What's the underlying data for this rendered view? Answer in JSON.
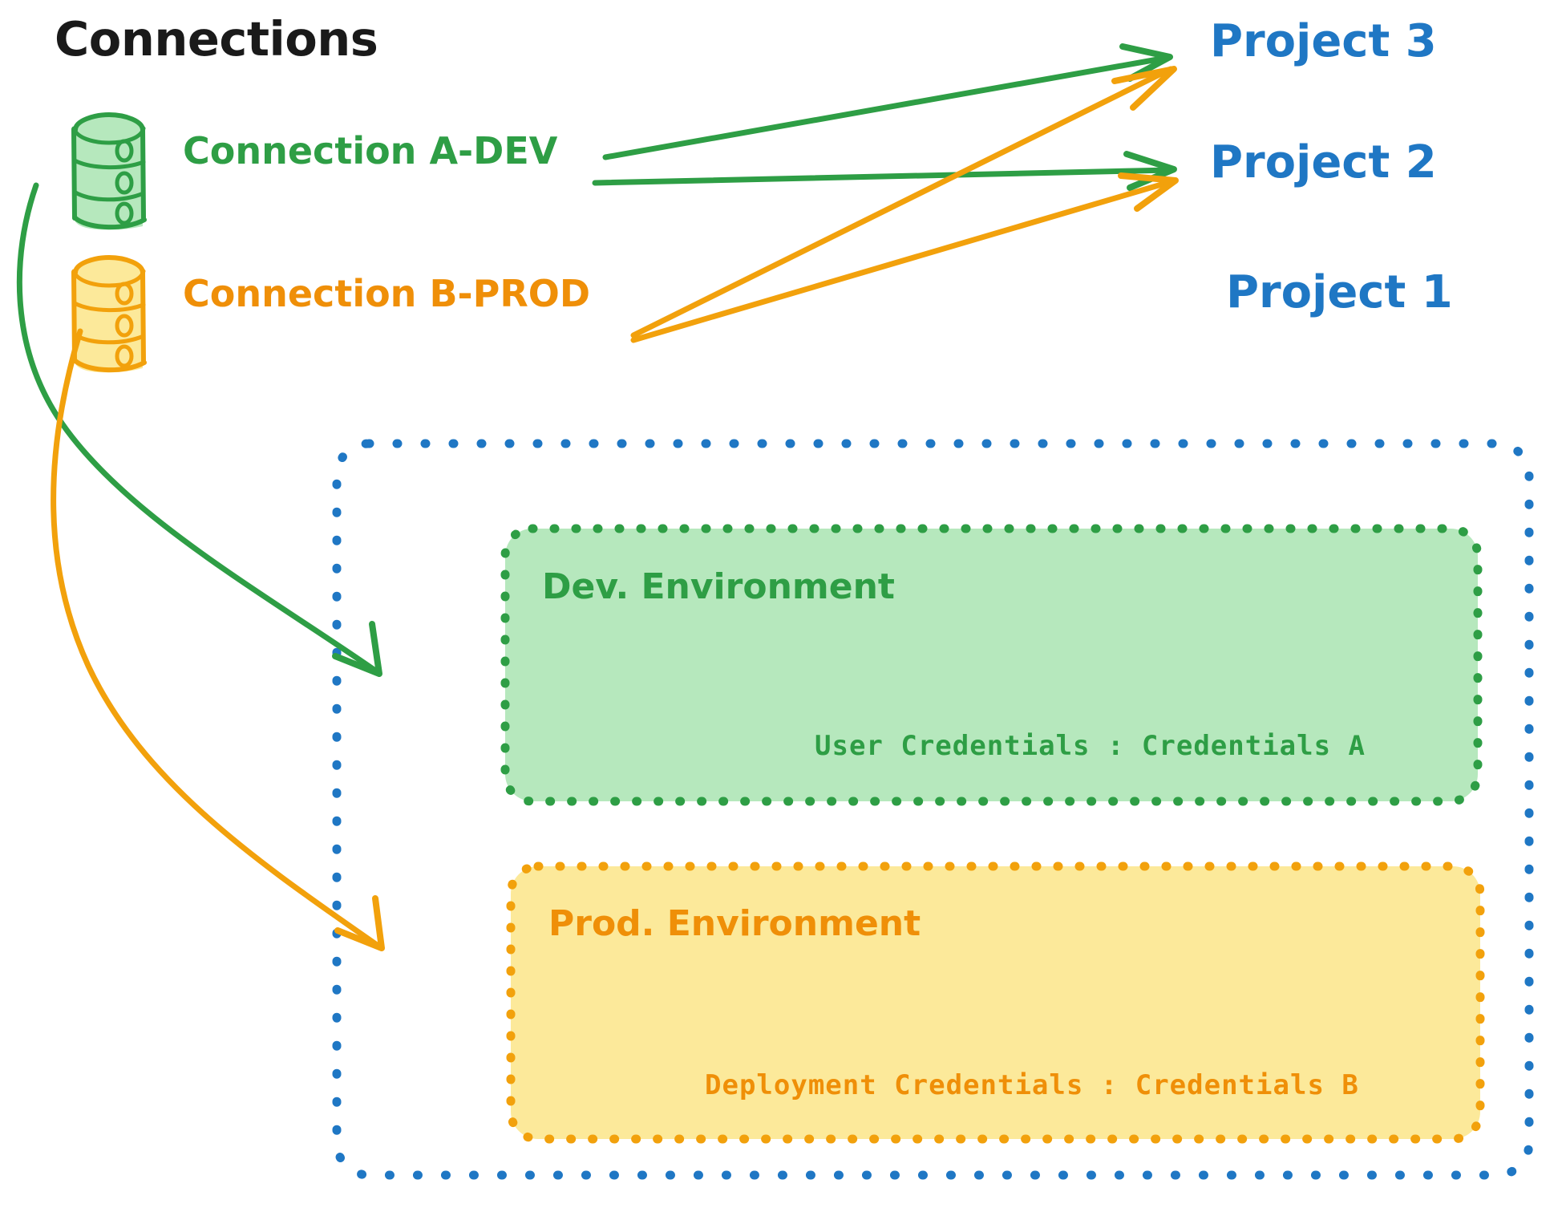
{
  "diagram": {
    "title": "Connections",
    "colors": {
      "green_stroke": "#2e9e45",
      "green_fill": "#b6e8bd",
      "green_text": "#2e9e45",
      "orange_stroke": "#f2a10c",
      "orange_dark": "#ef8f08",
      "orange_fill": "#fce99a",
      "blue": "#1f77c4",
      "black": "#1a1a1a"
    },
    "connections": [
      {
        "id": "a-dev",
        "label": "Connection A-DEV",
        "color": "#2e9e45",
        "icon": "database-icon"
      },
      {
        "id": "b-prod",
        "label": "Connection B-PROD",
        "color": "#ef8f08",
        "icon": "database-icon"
      }
    ],
    "projects": [
      {
        "id": "project-3",
        "label": "Project 3"
      },
      {
        "id": "project-2",
        "label": "Project 2"
      },
      {
        "id": "project-1",
        "label": "Project 1"
      }
    ],
    "environments": [
      {
        "id": "dev",
        "title": "Dev. Environment",
        "credential_key": "User Credentials",
        "credential_sep": ":",
        "credential_value": "Credentials A",
        "credential_line": "User Credentials : Credentials A",
        "color": "#2e9e45"
      },
      {
        "id": "prod",
        "title": "Prod. Environment",
        "credential_key": "Deployment Credentials",
        "credential_sep": ":",
        "credential_value": "Credentials B",
        "credential_line": "Deployment Credentials : Credentials B",
        "color": "#ef8f08"
      }
    ],
    "edges": [
      {
        "from": "a-dev",
        "to": "project-3",
        "color": "#2e9e45"
      },
      {
        "from": "a-dev",
        "to": "project-2",
        "color": "#2e9e45"
      },
      {
        "from": "a-dev",
        "to": "dev",
        "color": "#2e9e45"
      },
      {
        "from": "b-prod",
        "to": "project-3",
        "color": "#f2a10c"
      },
      {
        "from": "b-prod",
        "to": "project-2",
        "color": "#f2a10c"
      },
      {
        "from": "b-prod",
        "to": "prod",
        "color": "#f2a10c"
      }
    ]
  }
}
